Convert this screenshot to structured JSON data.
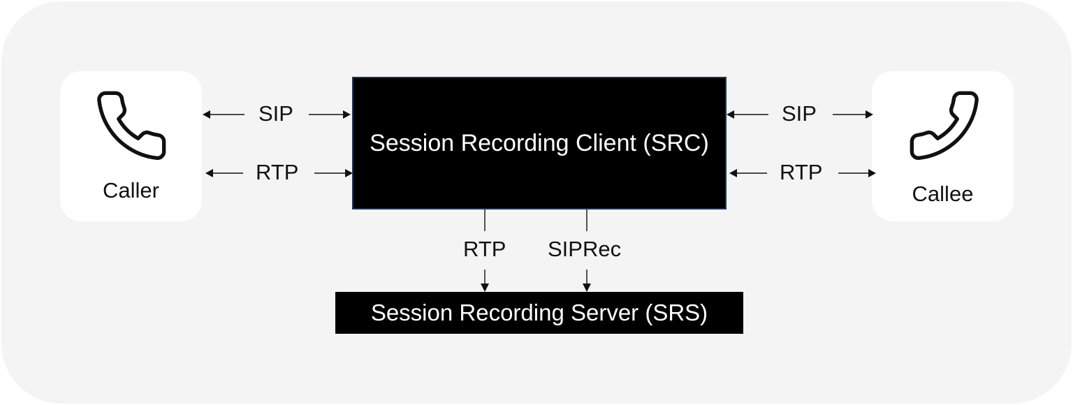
{
  "caller": {
    "label": "Caller",
    "icon": "phone-icon"
  },
  "callee": {
    "label": "Callee",
    "icon": "phone-icon"
  },
  "src": {
    "label": "Session Recording Client (SRC)"
  },
  "srs": {
    "label": "Session Recording Server (SRS)"
  },
  "links": {
    "left_sip": "SIP",
    "left_rtp": "RTP",
    "right_sip": "SIP",
    "right_rtp": "RTP",
    "down_rtp": "RTP",
    "down_siprec": "SIPRec"
  },
  "colors": {
    "panel": "#f4f4f4",
    "box_fill": "#000000",
    "box_text": "#ffffff",
    "src_border": "#1c3454",
    "endpoint_fill": "#ffffff"
  }
}
